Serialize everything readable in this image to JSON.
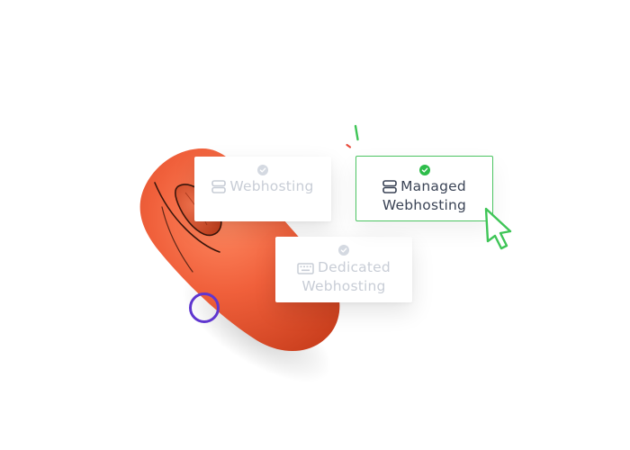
{
  "options": [
    {
      "id": "webhosting",
      "lines": [
        "Webhosting"
      ],
      "icon": "server-icon",
      "selected": false
    },
    {
      "id": "dedicated",
      "lines": [
        "Dedicated",
        "Webhosting"
      ],
      "icon": "keyboard-icon",
      "selected": false
    },
    {
      "id": "managed",
      "lines": [
        "Managed",
        "Webhosting"
      ],
      "icon": "server-icon",
      "selected": true
    }
  ],
  "colors": {
    "mouse_body": "#ef5b38",
    "selected_border": "#4cc462",
    "selected_check": "#2dbd4a",
    "inactive_text": "#c8cdd6",
    "active_text": "#3b4456",
    "ring": "#5f36cf",
    "cursor": "#3fc557",
    "spark_green": "#3fc557",
    "spark_red": "#e84c3d"
  }
}
